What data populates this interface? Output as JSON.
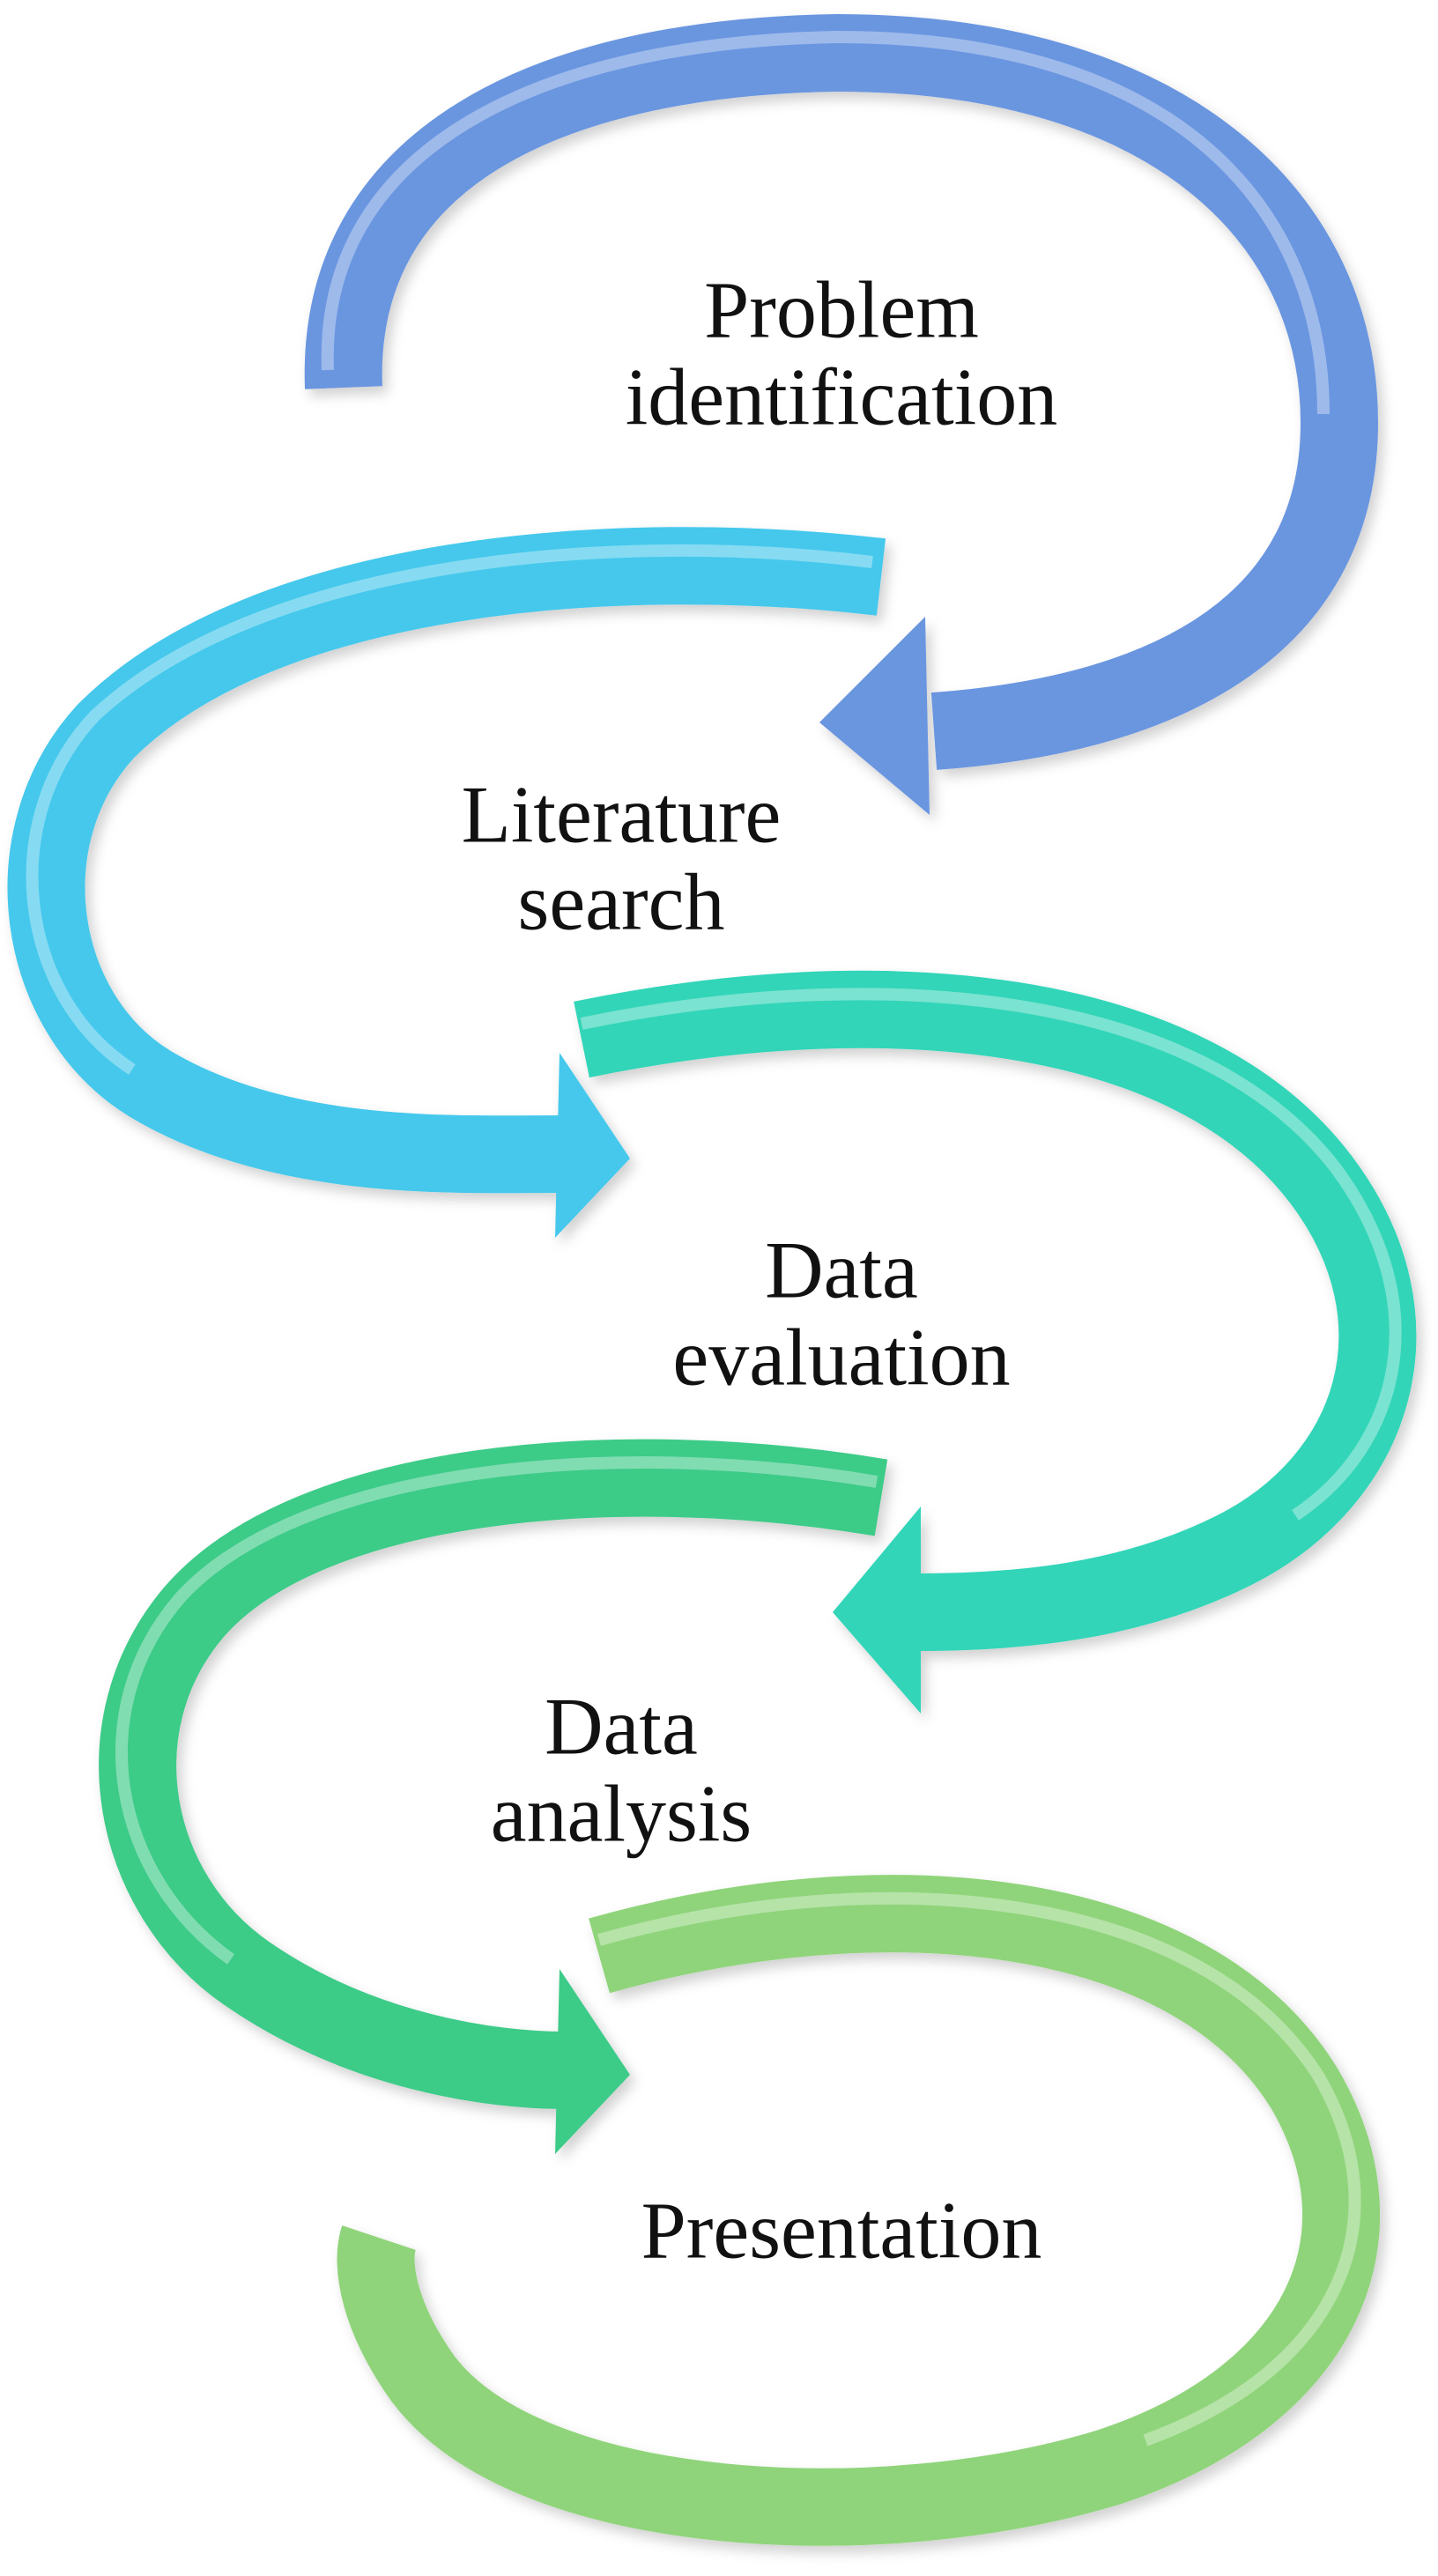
{
  "steps": [
    {
      "line1": "Problem",
      "line2": "identification",
      "color": "#6b96e0"
    },
    {
      "line1": "Literature",
      "line2": "search",
      "color": "#45c8ec"
    },
    {
      "line1": "Data",
      "line2": "evaluation",
      "color": "#33d5b8"
    },
    {
      "line1": "Data",
      "line2": "analysis",
      "color": "#3dcb88"
    },
    {
      "line1": "Presentation",
      "line2": "",
      "color": "#8fd47a"
    }
  ]
}
